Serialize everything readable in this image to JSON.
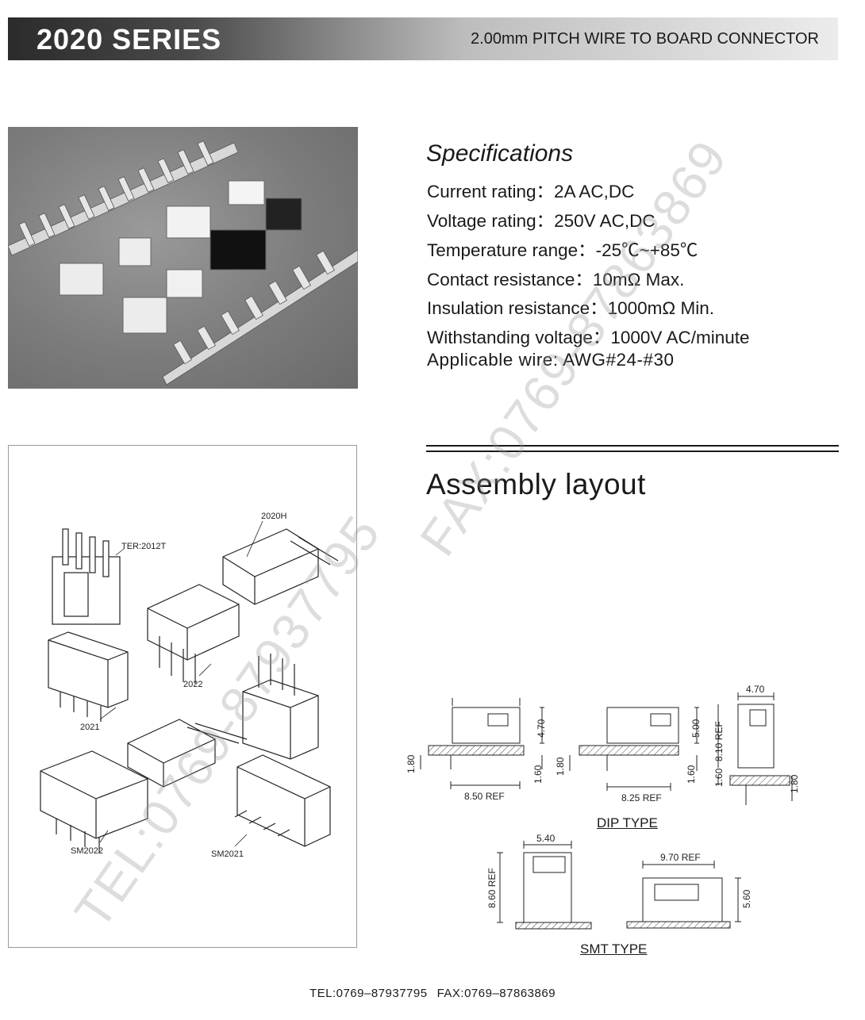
{
  "header": {
    "series_title": "2020 SERIES",
    "subtitle": "2.00mm PITCH WIRE TO BOARD CONNECTOR"
  },
  "specifications": {
    "title": "Specifications",
    "lines": [
      "Current rating：2A  AC,DC",
      "Voltage rating：250V AC,DC",
      "Temperature range：-25℃~+85℃",
      "Contact resistance：10mΩ Max.",
      "Insulation resistance：1000mΩ Min.",
      "Withstanding voltage：1000V AC/minute",
      "Applicable wire:  AWG#24-#30"
    ]
  },
  "assembly": {
    "title": "Assembly layout",
    "part_labels": [
      "TER:2012T",
      "2020H",
      "2022",
      "2021",
      "SM2022",
      "SM2021"
    ],
    "dip": {
      "label": "DIP TYPE",
      "dims": [
        "4.70",
        "1.80",
        "1.60",
        "8.50 REF",
        "5.00",
        "1.80",
        "1.60",
        "8.25 REF",
        "4.70",
        "8.10 REF",
        "1.60",
        "1.80"
      ]
    },
    "smt": {
      "label": "SMT TYPE",
      "dims": [
        "5.40",
        "8.60 REF",
        "9.70 REF",
        "5.60"
      ]
    }
  },
  "watermarks": [
    "FAX:0769-87863869",
    "TEL:0769-87937795"
  ],
  "footer": {
    "tel": "TEL:0769–87937795",
    "fax": "FAX:0769–87863869"
  },
  "colors": {
    "header_dark": "#2b2b2b",
    "header_light": "#ececec",
    "photo_bg": "#7c7c7c",
    "text": "#1a1a1a"
  }
}
